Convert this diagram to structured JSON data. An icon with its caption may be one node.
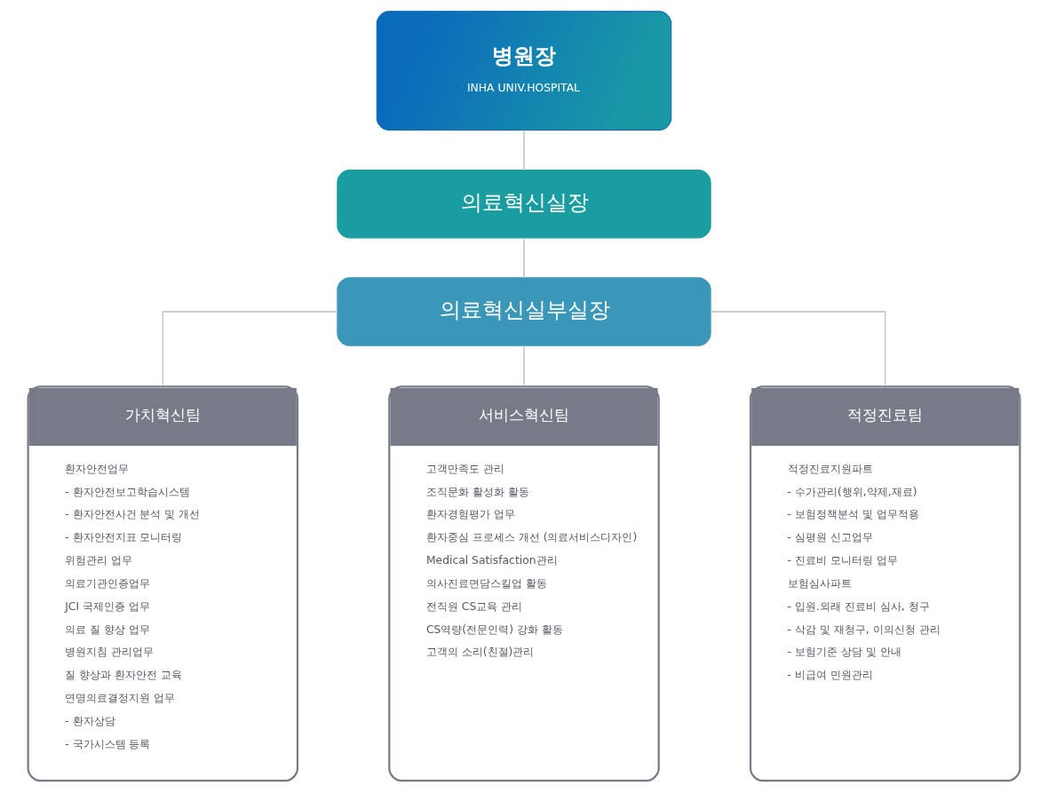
{
  "diagram": {
    "nodes": [
      {
        "text": [
          "병원장",
          "INHA UNIV.HOSPITAL"
        ]
      },
      {
        "text": [
          "의료혁신실장"
        ]
      },
      {
        "text": [
          "의료혁신실부실장"
        ]
      },
      {
        "text": [
          "가치혁신팀",
          "환자안전업무",
          "- 환자안전보고학습시스템",
          "- 환자안전사건 분석 및 개선",
          "- 환자안전지표 모니터링",
          "위험관리 업무",
          "의료기관인증업무",
          "JCI 국제인증 업무",
          "의료 질 향상 업무",
          "병원지침 관리업무",
          "질 향상과 환자안전 교육",
          "연명의료결정지원 업무",
          "- 환자상담",
          "- 국가시스템 등록"
        ]
      },
      {
        "text": [
          "서비스혁신팀",
          "고객만족도 관리",
          "조직문화 활성화 활동",
          "환자경험평가 업무",
          "환자중심 프로세스 개선 (의료서비스디자인)",
          "Medical Satisfaction관리",
          "의사진료면담스킬업 활동",
          "전직원 CS교육 관리",
          "CS역량(전문인력) 강화 활동",
          "고객의 소리(친절)관리"
        ]
      },
      {
        "text": [
          "적정진료팀",
          "적정진료지원파트",
          "- 수가관리(행위,약제,재료)",
          "- 보험정책분석 및 업무적용",
          "- 심평원 신고업무",
          "- 진료비 모니터링 업무",
          "보험심사파트",
          "- 입원.외래 진료비 심사, 청구",
          "- 삭감 및 재청구, 이의신청 관리",
          "- 보험기준 상담 및 안내",
          "- 비급여 민원관리"
        ]
      }
    ],
    "edges": [
      {
        "from": 0,
        "to": 1,
        "arrow": "none"
      },
      {
        "from": 1,
        "to": 2,
        "arrow": "none"
      },
      {
        "from": 2,
        "to": 3,
        "arrow": "none"
      },
      {
        "from": 2,
        "to": 4,
        "arrow": "none"
      },
      {
        "from": 2,
        "to": 5,
        "arrow": "none"
      }
    ]
  }
}
